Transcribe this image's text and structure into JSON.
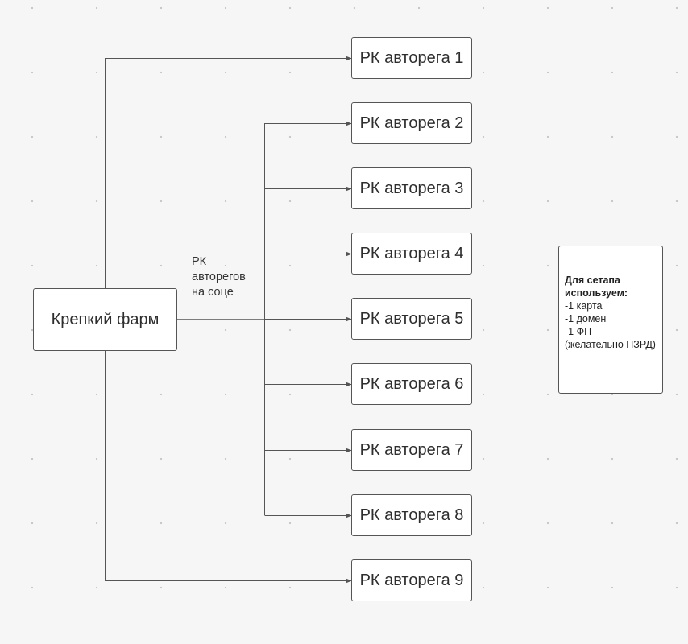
{
  "diagram": {
    "source": {
      "label": "Крепкий фарм"
    },
    "edge_label": {
      "lines": [
        "РК",
        "авторегов",
        "на соце"
      ]
    },
    "targets": [
      {
        "label": "РК авторега 1"
      },
      {
        "label": "РК авторега 2"
      },
      {
        "label": "РК авторега 3"
      },
      {
        "label": "РК авторега 4"
      },
      {
        "label": "РК авторега 5"
      },
      {
        "label": "РК авторега 6"
      },
      {
        "label": "РК авторега 7"
      },
      {
        "label": "РК авторега 8"
      },
      {
        "label": "РК авторега 9"
      }
    ],
    "note": {
      "title": "Для сетапа используем:",
      "lines": [
        "-1 карта",
        "-1 домен",
        "-1 ФП",
        "(желательно ПЗРД)"
      ]
    },
    "colors": {
      "connector": "#555555",
      "border": "#555555",
      "background": "#f6f6f6",
      "node_fill": "#ffffff"
    }
  }
}
